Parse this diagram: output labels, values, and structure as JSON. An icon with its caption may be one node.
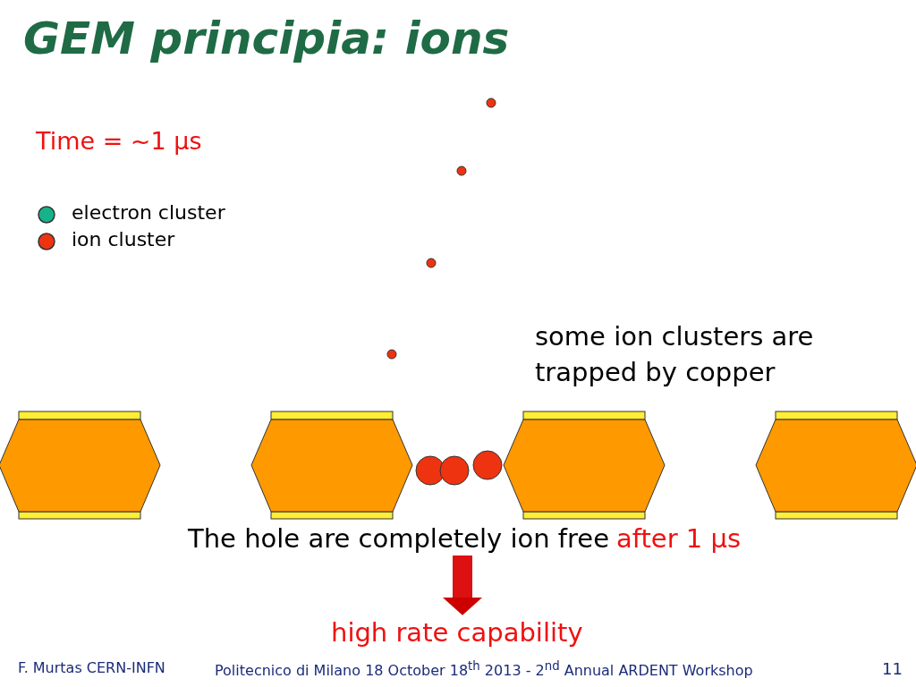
{
  "diagram": {
    "title": "GEM principia: ions",
    "nodes": [
      {
        "text": [
          "The hole are completely ion free",
          "after 1 μs"
        ]
      },
      {
        "text": [
          "high rate capability"
        ]
      }
    ],
    "edges": [
      {
        "from": 0,
        "to": 1,
        "arrow": "to"
      }
    ],
    "labels": [
      "Time =  ~1 μs",
      "some ion clusters are trapped by copper",
      "F. Murtas CERN-INFN",
      "Politecnico di Milano 18 October 18$^{th}$ 2013 - 2$^{nd}$ Annual ARDENT Workshop",
      "11"
    ],
    "legend": [
      {
        "text": "electron cluster",
        "color": "#16b38a"
      },
      {
        "text": "ion cluster",
        "color": "#ee3311"
      }
    ]
  }
}
